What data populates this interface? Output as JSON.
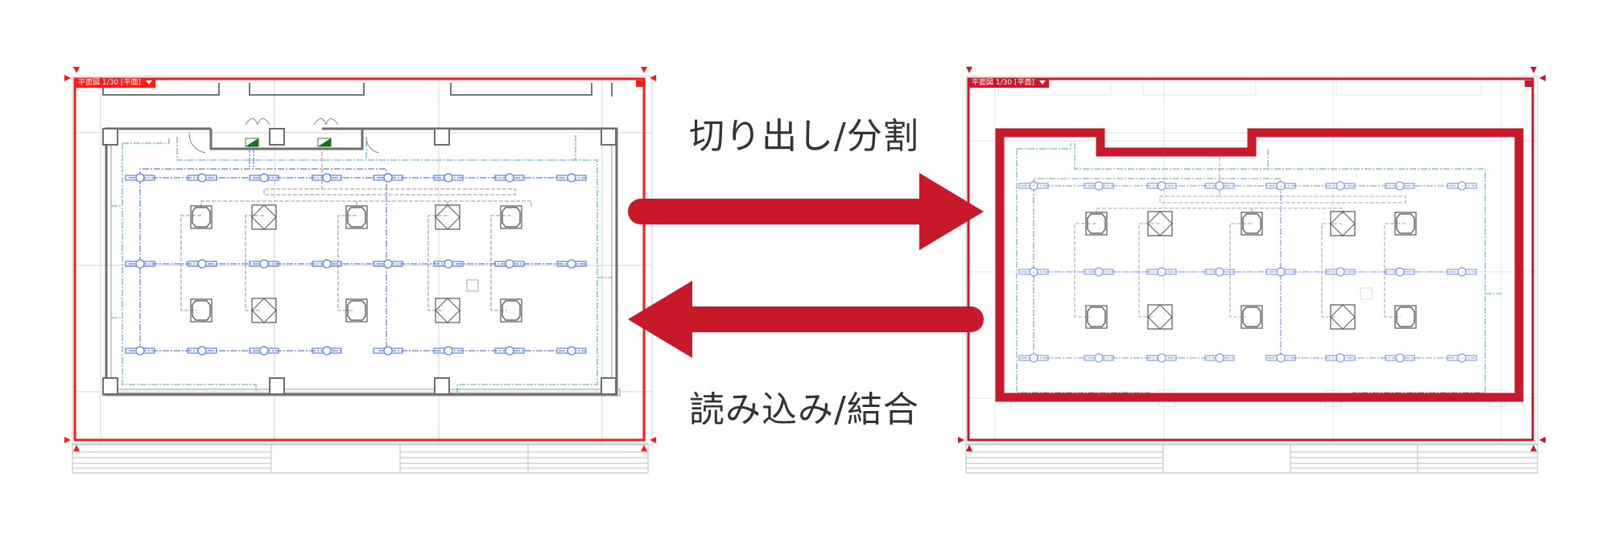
{
  "diagram": {
    "type": "split-and-merge-workflow",
    "left_view": {
      "label": "平面図 1/30 [平面]",
      "dropdown": "▼",
      "frame_color": "#ff1a1a",
      "state": "original plan (full)"
    },
    "right_view": {
      "label": "平面図 1/30 [平面]",
      "dropdown": "▼",
      "frame_color": "#c8192b",
      "state": "cropped region highlighted"
    },
    "arrows": [
      {
        "direction": "right",
        "label": "切り出し/分割",
        "color": "#c8192b"
      },
      {
        "direction": "left",
        "label": "読み込み/結合",
        "color": "#c8192b"
      }
    ],
    "captions": {
      "top": "切り出し/分割",
      "bottom": "読み込み/結合"
    },
    "legend_colors": {
      "supply_duct": "#5a7ee8",
      "return_duct": "#6cb6cf",
      "refrigerant_pipe": "#b88a9a",
      "wall": "#7a7a7a",
      "highlight": "#c8192b"
    }
  }
}
